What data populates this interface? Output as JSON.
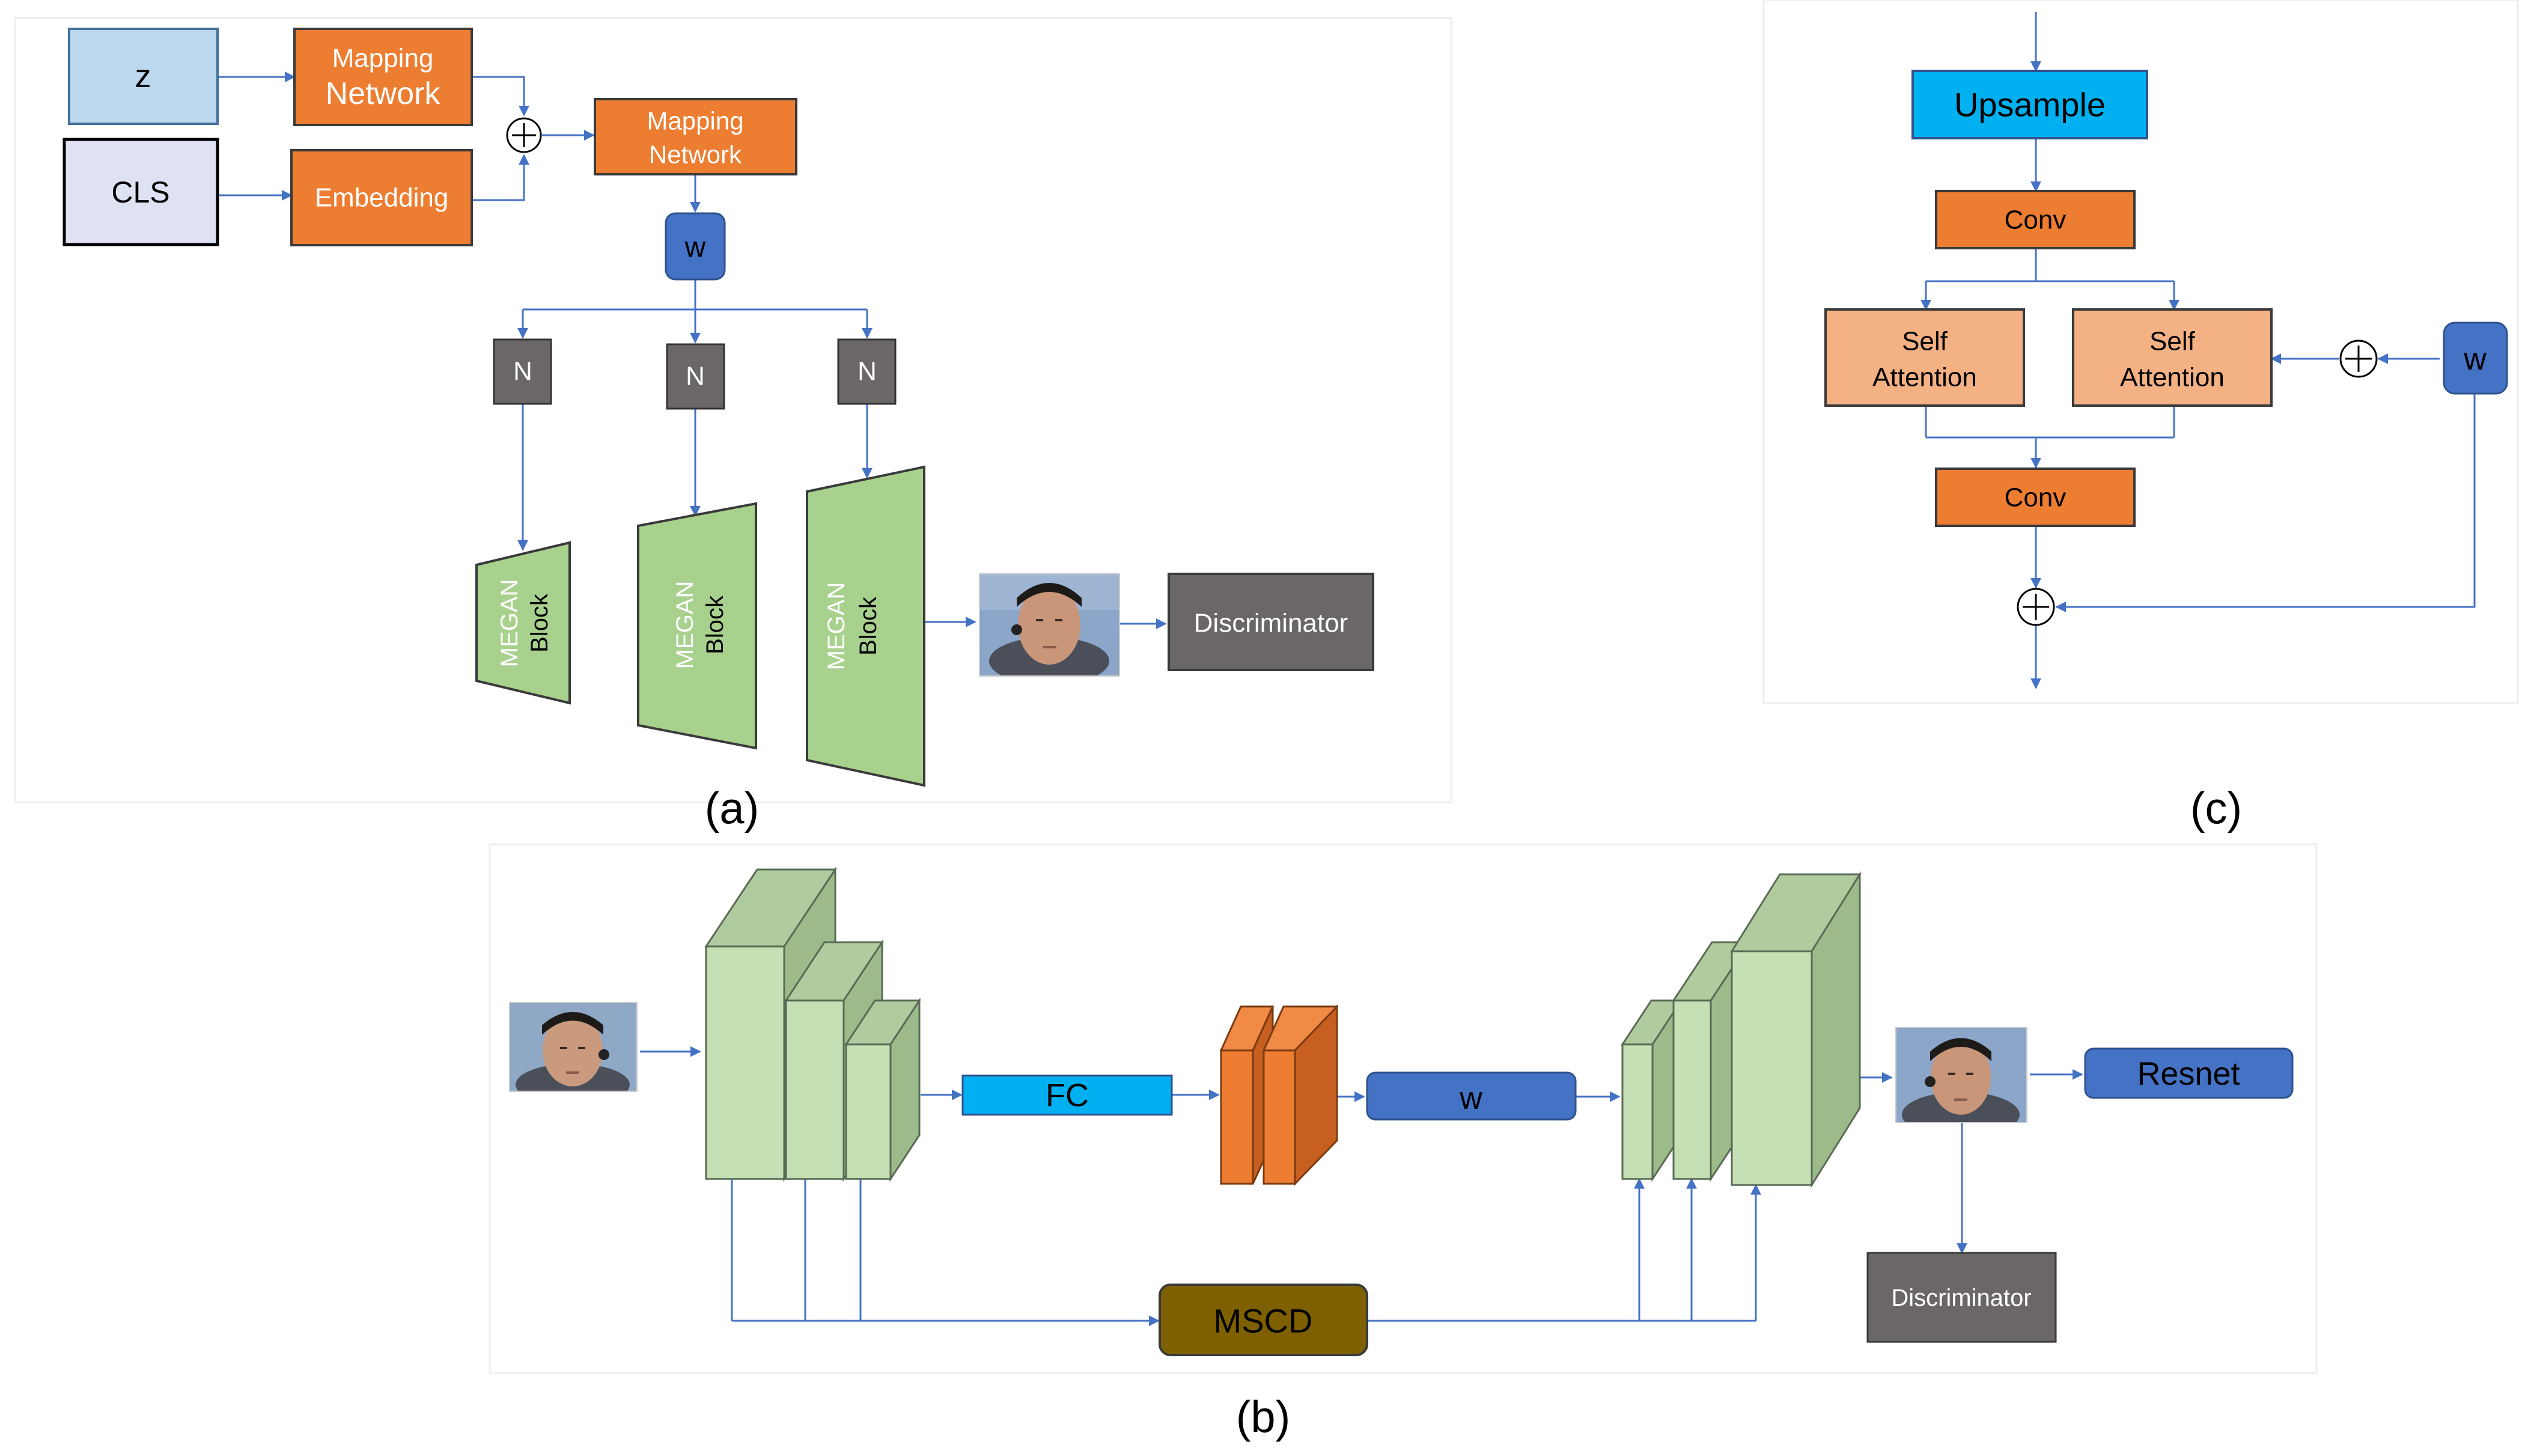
{
  "colors": {
    "orange": "#ED7D31",
    "light_orange": "#F4B183",
    "blue_box": "#4472C4",
    "cyan_box": "#00B0F0",
    "light_blue_box": "#BDD7EE",
    "lavender_box": "#DEE2F2",
    "gray_box": "#6B6767",
    "green_block": "#A9D18E",
    "cube_front": "#C5E0B4",
    "cube_top": "#B0CC9E",
    "cube_side": "#9DBB8A",
    "brown_box": "#7F6000",
    "connector": "#4472C4",
    "panel_border": "#EEEEEE"
  },
  "icons": [
    "plus-circle-icon",
    "face-photo",
    "arrow-icon"
  ],
  "panel_a": {
    "caption": "(a)",
    "z_label": "z",
    "cls_label": "CLS",
    "mapping_network_1": {
      "line1": "Mapping",
      "line2": "Network"
    },
    "embedding_label": "Embedding",
    "mapping_network_2": {
      "line1": "Mapping",
      "line2": "Network"
    },
    "w_label": "w",
    "n_labels": [
      "N",
      "N",
      "N"
    ],
    "megan_blocks": [
      {
        "line1": "MEGAN",
        "line2": "Block"
      },
      {
        "line1": "MEGAN",
        "line2": "Block"
      },
      {
        "line1": "MEGAN",
        "line2": "Block"
      }
    ],
    "discriminator_label": "Discriminator"
  },
  "panel_b": {
    "caption": "(b)",
    "fc_label": "FC",
    "w_label": "w",
    "mscd_label": "MSCD",
    "resnet_label": "Resnet",
    "discriminator_label": "Discriminator"
  },
  "panel_c": {
    "caption": "(c)",
    "upsample_label": "Upsample",
    "conv_top_label": "Conv",
    "self_attention_left": {
      "line1": "Self",
      "line2": "Attention"
    },
    "self_attention_right": {
      "line1": "Self",
      "line2": "Attention"
    },
    "conv_bottom_label": "Conv",
    "w_label": "w"
  }
}
